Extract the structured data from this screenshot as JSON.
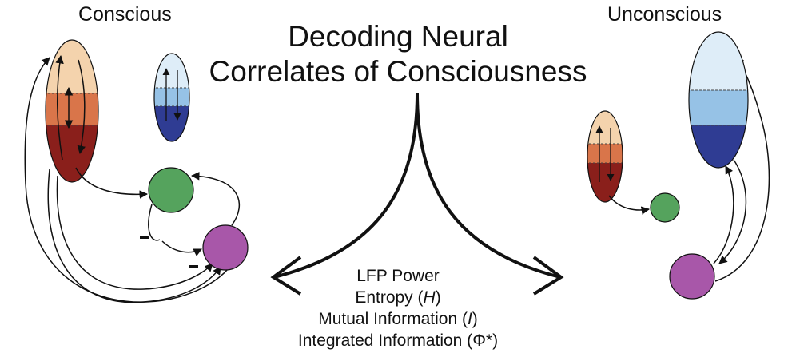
{
  "header": {
    "conscious_label": "Conscious",
    "unconscious_label": "Unconscious",
    "title_line1": "Decoding Neural",
    "title_line2": "Correlates of Consciousness"
  },
  "measures": [
    {
      "pre": "LFP Power",
      "var": "",
      "post": ""
    },
    {
      "pre": "Entropy (",
      "var": "H",
      "post": ")"
    },
    {
      "pre": "Mutual Information (",
      "var": "I",
      "post": ")"
    },
    {
      "pre": "Integrated Information (",
      "var": "",
      "post": "Φ*)"
    }
  ],
  "colors": {
    "cortex_top": "#f4d3ad",
    "cortex_mid": "#d9754a",
    "cortex_bottom": "#8a1f1b",
    "blue_top": "#deedf8",
    "blue_mid": "#96c2e6",
    "blue_bottom": "#2f3c93",
    "green_node": "#55a35d",
    "purple_node": "#a857a9",
    "stroke": "#111111"
  },
  "icons": {
    "left_split_arrow": "arrow-left-icon",
    "right_split_arrow": "arrow-right-icon"
  }
}
